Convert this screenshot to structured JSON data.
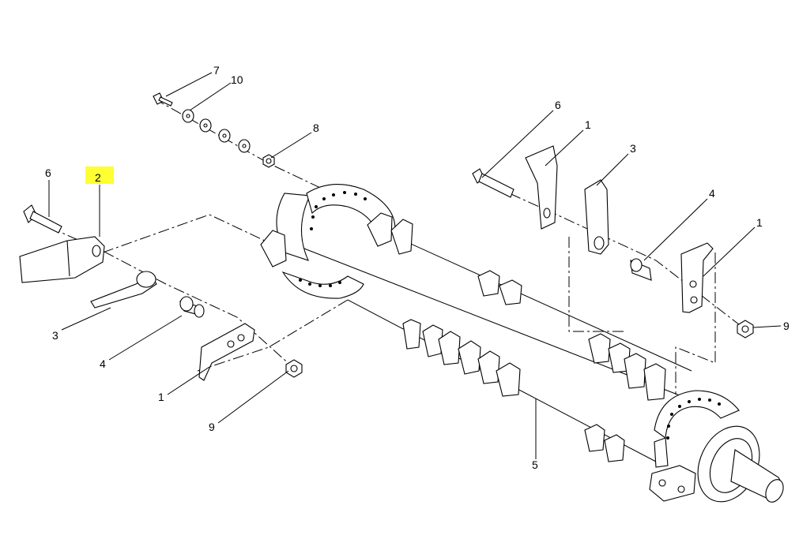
{
  "callouts": [
    {
      "id": "c7",
      "label": "7"
    },
    {
      "id": "c10",
      "label": "10"
    },
    {
      "id": "c8",
      "label": "8"
    },
    {
      "id": "c6a",
      "label": "6"
    },
    {
      "id": "c2",
      "label": "2",
      "highlight": "#ffff33"
    },
    {
      "id": "c3a",
      "label": "3"
    },
    {
      "id": "c4a",
      "label": "4"
    },
    {
      "id": "c1a",
      "label": "1"
    },
    {
      "id": "c9a",
      "label": "9"
    },
    {
      "id": "c6b",
      "label": "6"
    },
    {
      "id": "c1b",
      "label": "1"
    },
    {
      "id": "c3b",
      "label": "3"
    },
    {
      "id": "c4b",
      "label": "4"
    },
    {
      "id": "c1c",
      "label": "1"
    },
    {
      "id": "c9b",
      "label": "9"
    },
    {
      "id": "c5",
      "label": "5"
    }
  ]
}
